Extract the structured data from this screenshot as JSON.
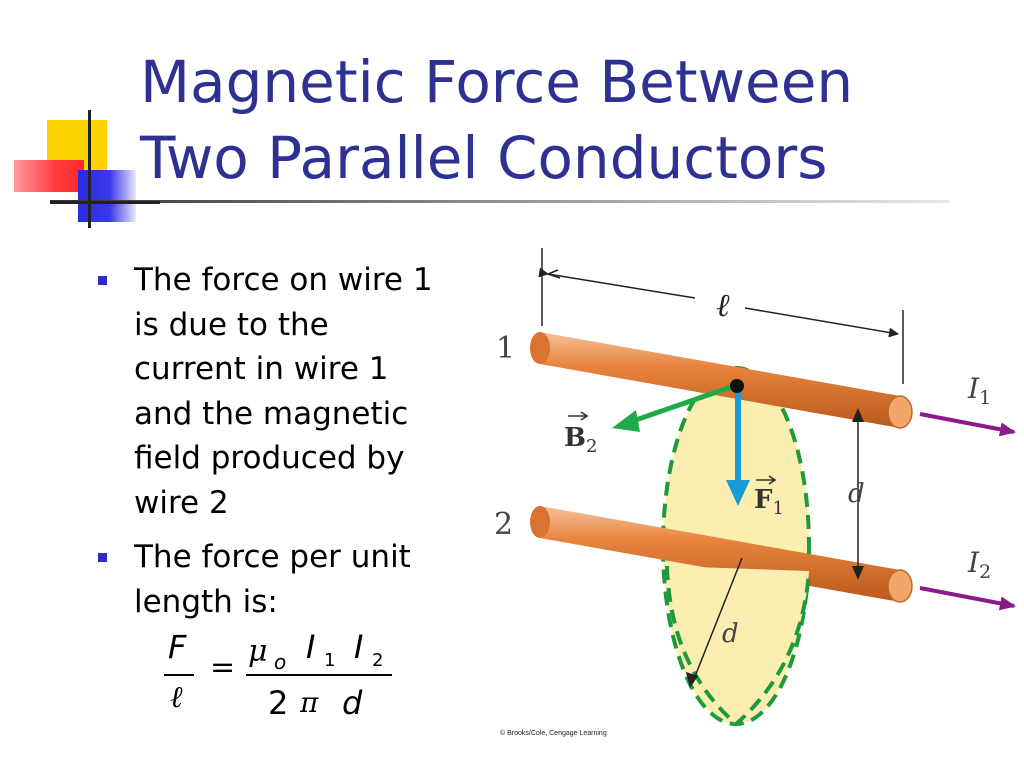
{
  "slide": {
    "title_lines": [
      "Magnetic Force Between",
      "Two Parallel Conductors"
    ],
    "bullets": [
      {
        "lines": [
          "The force on wire 1",
          "is due to the",
          "current in wire 1",
          "and the magnetic",
          "field produced by",
          "wire 2"
        ]
      },
      {
        "lines": [
          "The force per unit",
          "length is:"
        ]
      }
    ],
    "formula": {
      "lhs_numerator": "F",
      "lhs_denominator": "ℓ",
      "equals": "=",
      "mu": "μ",
      "mu_sub": "o",
      "I": "I",
      "I1_sub": "1",
      "I2_sub": "2",
      "two": "2",
      "pi": "π",
      "d": "d"
    }
  },
  "figure": {
    "wire1_label": "1",
    "wire2_label": "2",
    "length_label": "ℓ",
    "I_letter": "I",
    "I1_sub": "1",
    "I2_sub": "2",
    "B_letter": "B",
    "B_sub": "2",
    "F_letter": "F",
    "F_sub": "1",
    "d_label": "d",
    "d_radius_label": "d",
    "credit": "© Brooks/Cole, Cengage Learning",
    "colors": {
      "wire": "#e8843e",
      "current_arrow": "#8b1a8b",
      "field_arrow": "#1faa4a",
      "force_arrow": "#1a9ad6",
      "field_disc": "#fbeeb0",
      "field_outline": "#1d9a3e"
    }
  },
  "colors": {
    "title": "#2e3192",
    "bullet": "#2b2bc8"
  }
}
